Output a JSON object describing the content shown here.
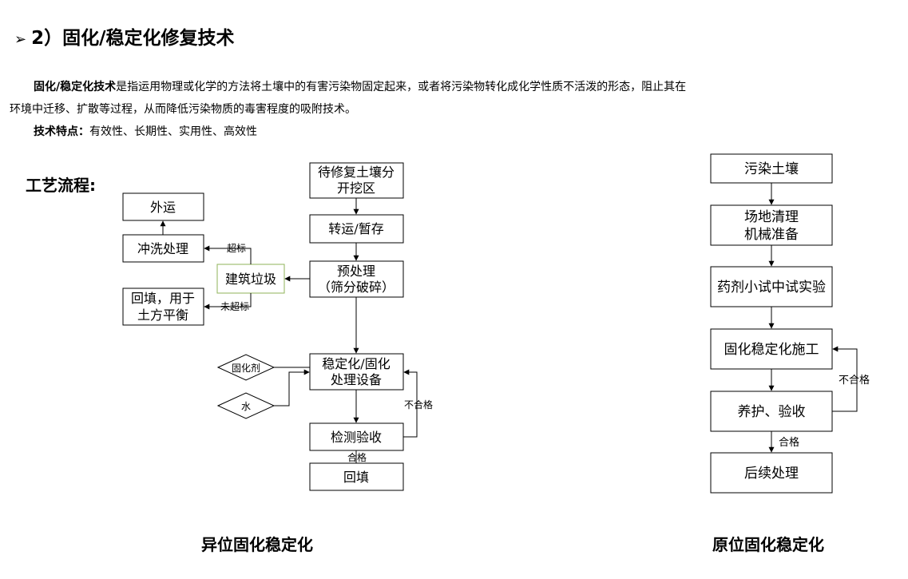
{
  "heading": {
    "marker": "➢",
    "text": "2）固化/稳定化修复技术"
  },
  "intro": {
    "term": "固化/稳定化技术",
    "line1_rest": "是指运用物理或化学的方法将土壤中的有害污染物固定起来，或者将污染物转化成化学性质不活泼的形态，阻止其在",
    "line2": "环境中迁移、扩散等过程，从而降低污染物质的毒害程度的吸附技术。",
    "features_label": "技术特点：",
    "features_text": "有效性、长期性、实用性、高效性"
  },
  "process_label": "工艺流程:",
  "exsitu": {
    "caption": "异位固化稳定化",
    "nodes": {
      "excavation_1": "待修复土壤分",
      "excavation_2": "开挖区",
      "transport": "转运/暂存",
      "pretreat_1": "预处理",
      "pretreat_2": "（筛分破碎）",
      "construction_waste": "建筑垃圾",
      "wash": "冲洗处理",
      "outbound": "外运",
      "backfill_balance_1": "回填，用于",
      "backfill_balance_2": "土方平衡",
      "stabilize_1": "稳定化/固化",
      "stabilize_2": "处理设备",
      "agent": "固化剂",
      "water": "水",
      "inspection": "检测验收",
      "backfill": "回填"
    },
    "edge_labels": {
      "exceed": "超标",
      "not_exceed": "未超标",
      "fail": "不合格",
      "pass": "合格"
    }
  },
  "insitu": {
    "caption": "原位固化稳定化",
    "nodes": {
      "contaminated_soil": "污染土壤",
      "site_prep_1": "场地清理",
      "site_prep_2": "机械准备",
      "reagent_test": "药剂小试中试实验",
      "construction": "固化稳定化施工",
      "curing": "养护、验收",
      "follow_up": "后续处理"
    },
    "edge_labels": {
      "fail": "不合格",
      "pass": "合格"
    }
  }
}
